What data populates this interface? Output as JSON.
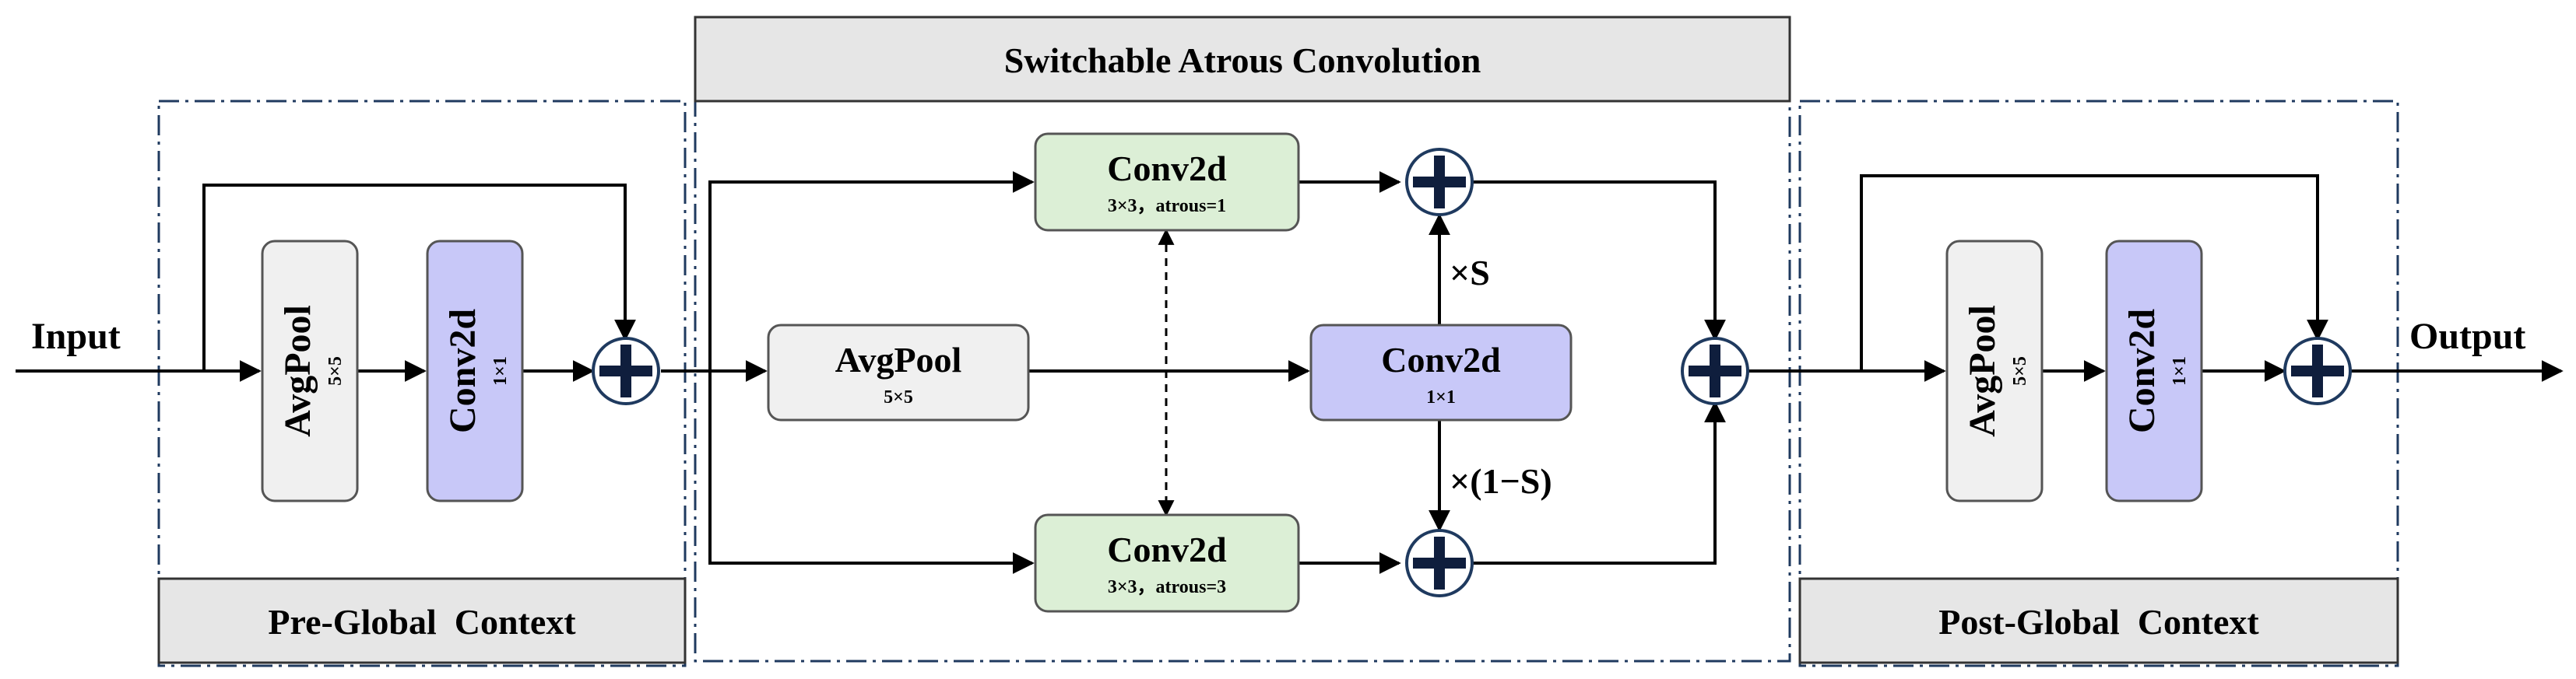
{
  "title_center": "Switchable Atrous Convolution",
  "title_left": "Pre-Global  Context",
  "title_right": "Post-Global  Context",
  "input_label": "Input",
  "output_label": "Output",
  "pre": {
    "avgpool_label": "AvgPool",
    "avgpool_sub": "5×5",
    "conv_label": "Conv2d",
    "conv_sub": "1×1"
  },
  "sac": {
    "conv_top_label": "Conv2d",
    "conv_top_sub": "3×3，atrous=1",
    "conv_bottom_label": "Conv2d",
    "conv_bottom_sub": "3×3，atrous=3",
    "avgpool_label": "AvgPool",
    "avgpool_sub": "5×5",
    "conv_mid_label": "Conv2d",
    "conv_mid_sub": "1×1",
    "weight_s": "×S",
    "weight_1ms": "×(1−S)"
  },
  "post": {
    "avgpool_label": "AvgPool",
    "avgpool_sub": "5×5",
    "conv_label": "Conv2d",
    "conv_sub": "1×1"
  },
  "colors": {
    "gray_box": "#f0f0f0",
    "purple_box": "#c8c8f8",
    "green_box": "#dcefd6",
    "title_bar": "#e6e6e6",
    "dashed_border": "#1f3a5f",
    "plus_fill": "#0f1e3d"
  }
}
